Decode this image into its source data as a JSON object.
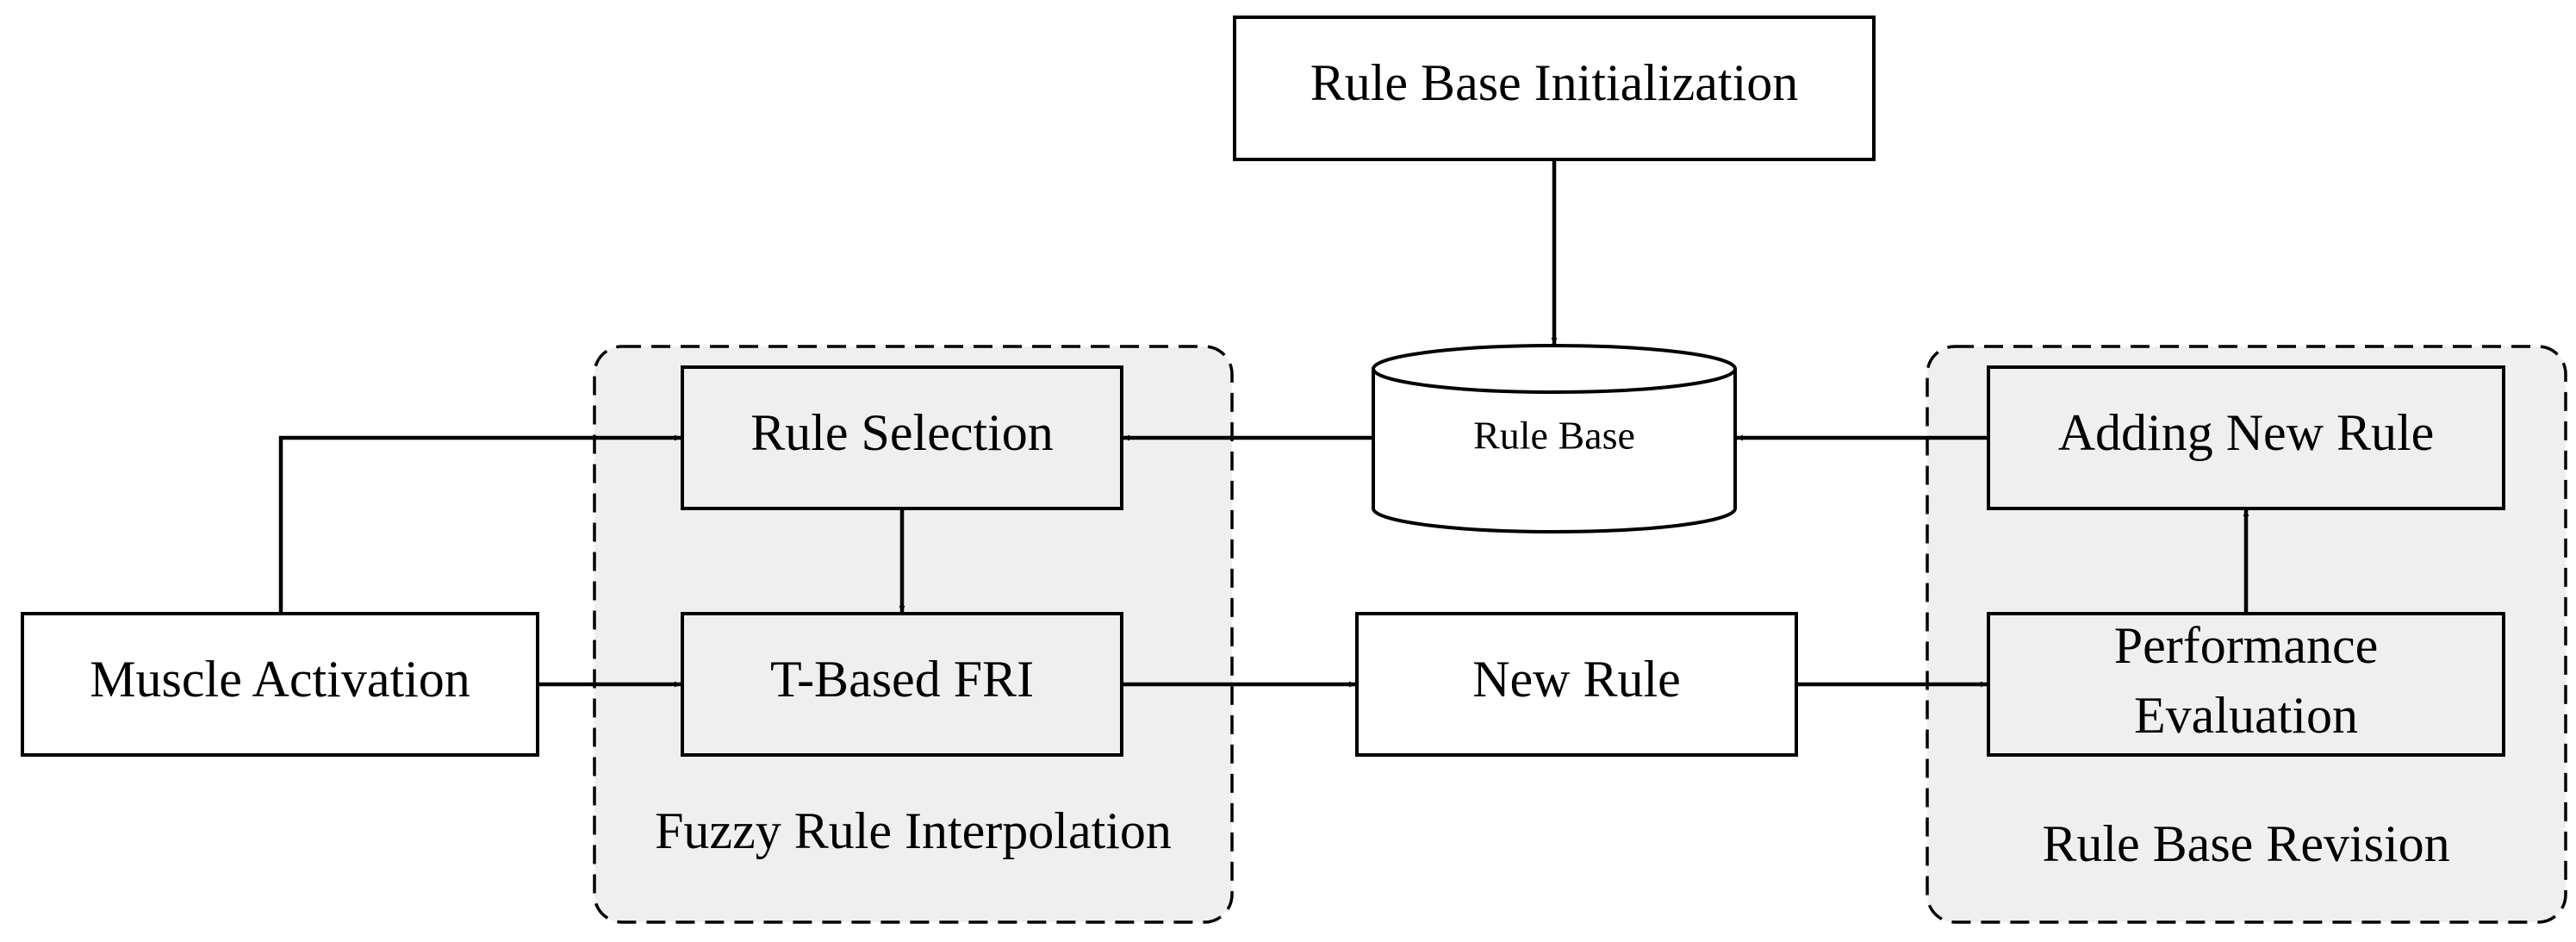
{
  "diagram": {
    "nodes": {
      "rule_base_init": "Rule Base Initialization",
      "rule_base": "Rule Base",
      "rule_selection": "Rule Selection",
      "t_based_fri": "T-Based FRI",
      "muscle_activation": "Muscle Activation",
      "new_rule": "New Rule",
      "adding_new_rule": "Adding New Rule",
      "performance_evaluation_line1": "Performance",
      "performance_evaluation_line2": "Evaluation"
    },
    "groups": {
      "fuzzy_rule_interpolation": "Fuzzy Rule Interpolation",
      "rule_base_revision": "Rule Base Revision"
    }
  },
  "colors": {
    "group_fill": "#efefef",
    "shaded_box_fill": "#efefef",
    "plain_box_fill": "#ffffff",
    "stroke": "#000000"
  }
}
